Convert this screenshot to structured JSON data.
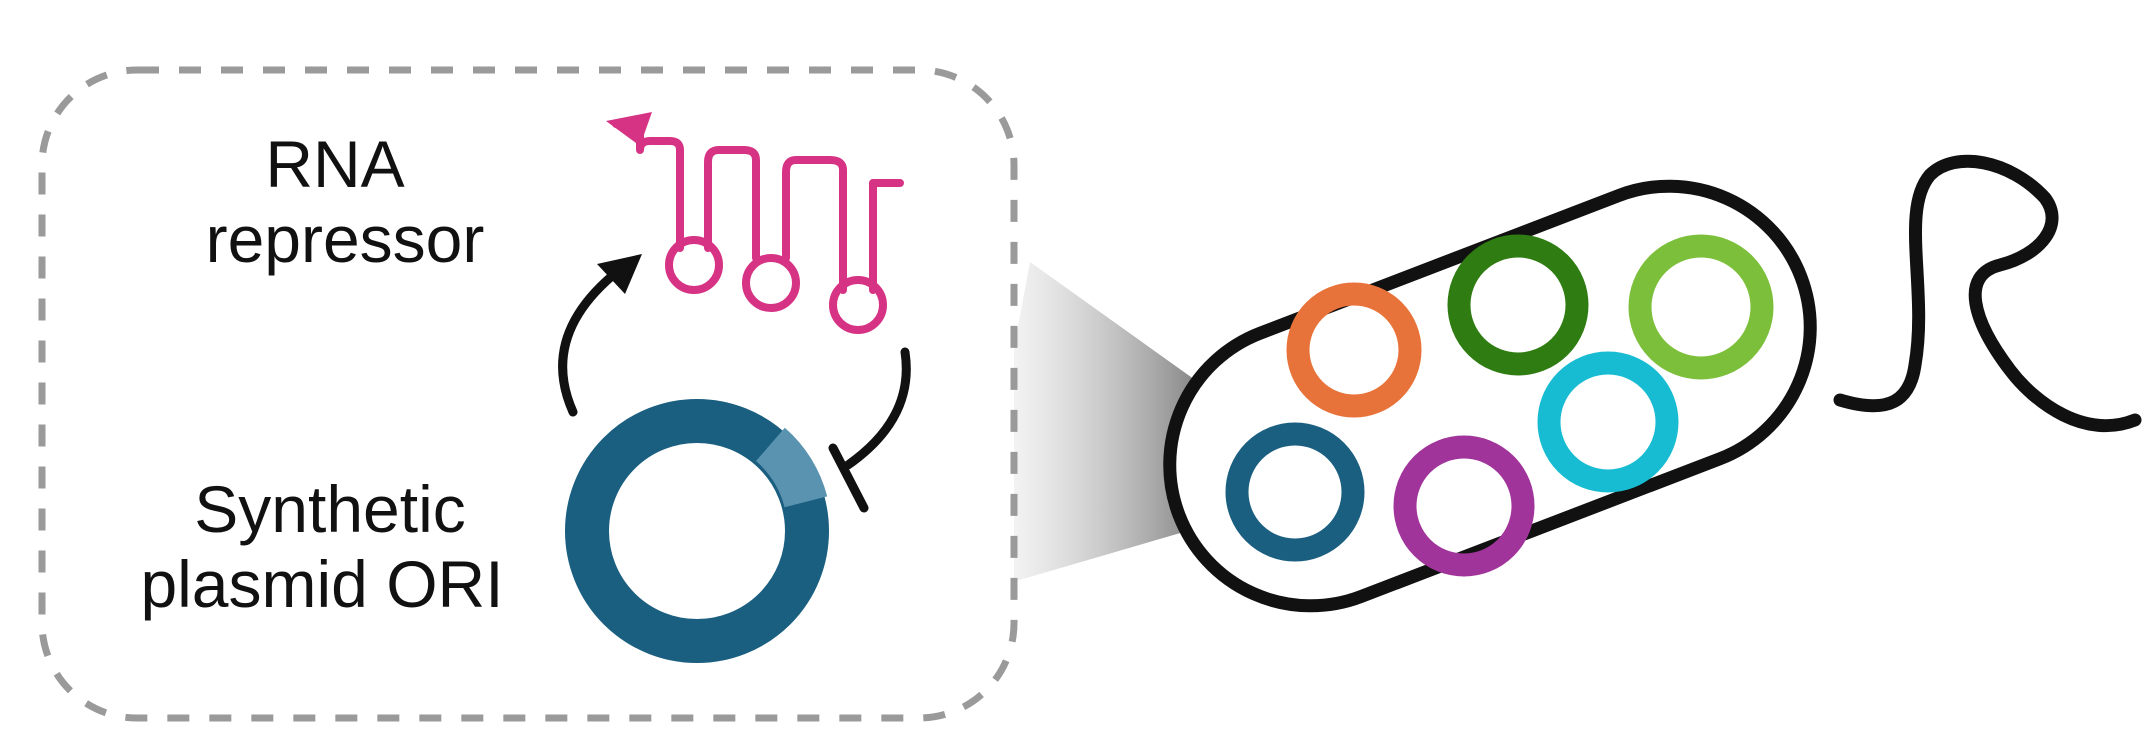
{
  "labels": {
    "rna_line1": "RNA",
    "rna_line2": "repressor",
    "ori_line1": "Synthetic",
    "ori_line2": "plasmid ORI"
  },
  "colors": {
    "inset_border": "#9a9a9a",
    "rna": "#d63384",
    "arrow": "#111111",
    "plasmid_main": "#1a5e80",
    "plasmid_ori_segment": "#5a93b0",
    "cell_outline": "#111111",
    "plasmids_in_cell": [
      "#e8733a",
      "#2f7d12",
      "#7cbf3a",
      "#18bcd2",
      "#1a5e80",
      "#a0349a"
    ]
  },
  "icons": {
    "rna": "rna-hairpin-icon",
    "plasmid": "plasmid-ring-icon",
    "activation": "activation-arrow-icon",
    "repression": "repression-tbar-icon",
    "cell": "bacterial-cell-icon",
    "flagellum": "flagellum-icon"
  }
}
